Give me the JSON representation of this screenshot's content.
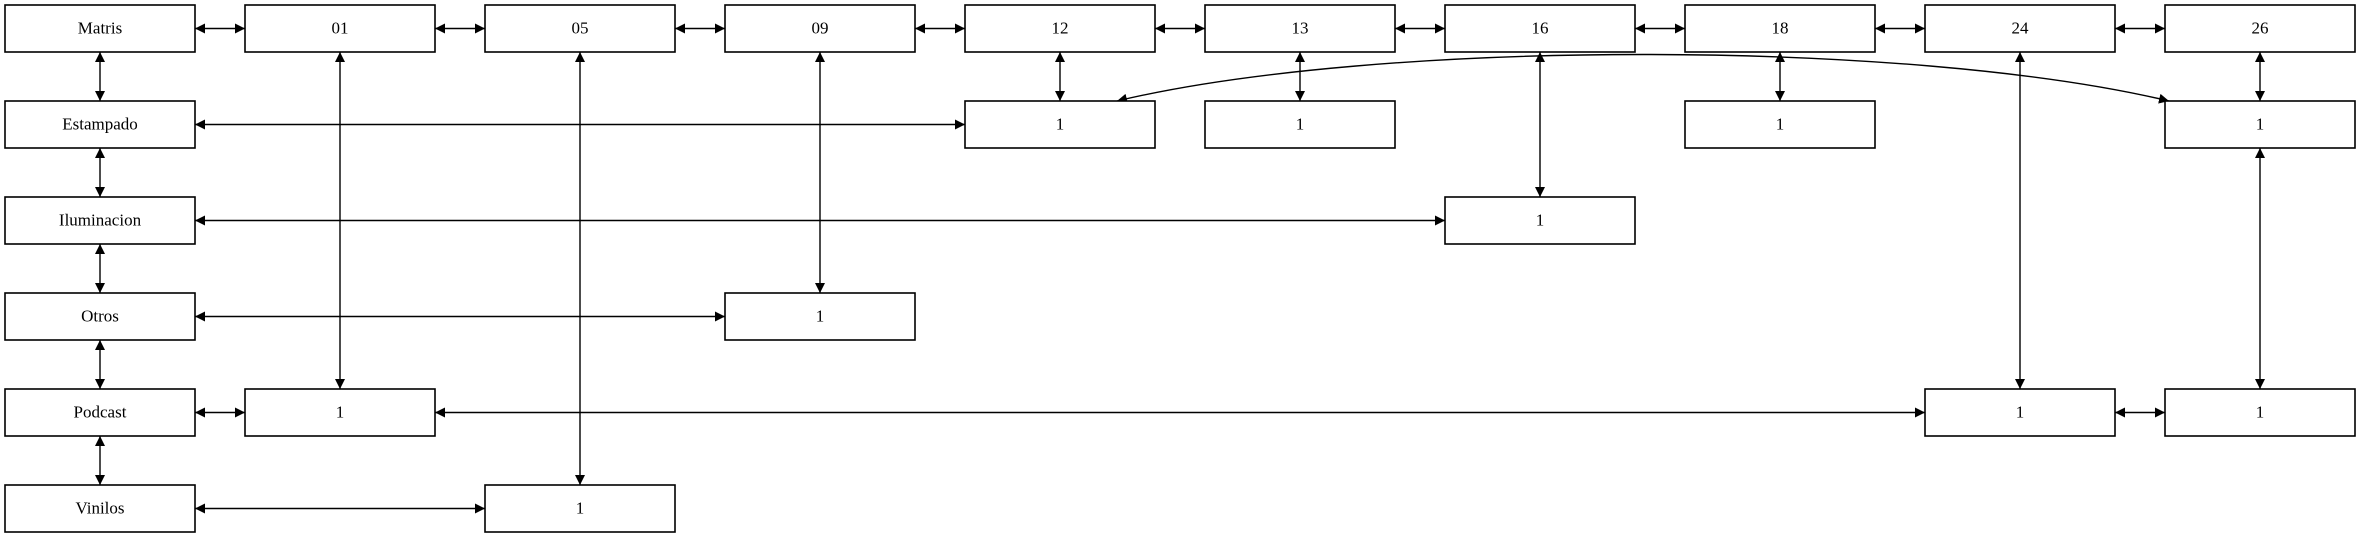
{
  "diagram": {
    "nodes": [
      {
        "id": "matris",
        "label": "Matris",
        "col": 0,
        "row": 0
      },
      {
        "id": "c01",
        "label": "01",
        "col": 1,
        "row": 0
      },
      {
        "id": "c05",
        "label": "05",
        "col": 2,
        "row": 0
      },
      {
        "id": "c09",
        "label": "09",
        "col": 3,
        "row": 0
      },
      {
        "id": "c12",
        "label": "12",
        "col": 4,
        "row": 0
      },
      {
        "id": "c13",
        "label": "13",
        "col": 5,
        "row": 0
      },
      {
        "id": "c16",
        "label": "16",
        "col": 6,
        "row": 0
      },
      {
        "id": "c18",
        "label": "18",
        "col": 7,
        "row": 0
      },
      {
        "id": "c24",
        "label": "24",
        "col": 8,
        "row": 0
      },
      {
        "id": "c26",
        "label": "26",
        "col": 9,
        "row": 0
      },
      {
        "id": "estampado",
        "label": "Estampado",
        "col": 0,
        "row": 1
      },
      {
        "id": "iluminacion",
        "label": "Iluminacion",
        "col": 0,
        "row": 2
      },
      {
        "id": "otros",
        "label": "Otros",
        "col": 0,
        "row": 3
      },
      {
        "id": "podcast",
        "label": "Podcast",
        "col": 0,
        "row": 4
      },
      {
        "id": "vinilos",
        "label": "Vinilos",
        "col": 0,
        "row": 5
      },
      {
        "id": "est12",
        "label": "1",
        "col": 4,
        "row": 1
      },
      {
        "id": "est13",
        "label": "1",
        "col": 5,
        "row": 1
      },
      {
        "id": "est18",
        "label": "1",
        "col": 7,
        "row": 1
      },
      {
        "id": "est26",
        "label": "1",
        "col": 9,
        "row": 1
      },
      {
        "id": "ilu16",
        "label": "1",
        "col": 6,
        "row": 2
      },
      {
        "id": "otr09",
        "label": "1",
        "col": 3,
        "row": 3
      },
      {
        "id": "pod01",
        "label": "1",
        "col": 1,
        "row": 4
      },
      {
        "id": "pod24",
        "label": "1",
        "col": 8,
        "row": 4
      },
      {
        "id": "pod26",
        "label": "1",
        "col": 9,
        "row": 4
      },
      {
        "id": "vin05",
        "label": "1",
        "col": 2,
        "row": 5
      }
    ],
    "edges": [
      {
        "from": "matris",
        "to": "c01",
        "dir": "h"
      },
      {
        "from": "c01",
        "to": "c05",
        "dir": "h"
      },
      {
        "from": "c05",
        "to": "c09",
        "dir": "h"
      },
      {
        "from": "c09",
        "to": "c12",
        "dir": "h"
      },
      {
        "from": "c12",
        "to": "c13",
        "dir": "h"
      },
      {
        "from": "c13",
        "to": "c16",
        "dir": "h"
      },
      {
        "from": "c16",
        "to": "c18",
        "dir": "h"
      },
      {
        "from": "c18",
        "to": "c24",
        "dir": "h"
      },
      {
        "from": "c24",
        "to": "c26",
        "dir": "h"
      },
      {
        "from": "matris",
        "to": "estampado",
        "dir": "v"
      },
      {
        "from": "estampado",
        "to": "iluminacion",
        "dir": "v"
      },
      {
        "from": "iluminacion",
        "to": "otros",
        "dir": "v"
      },
      {
        "from": "otros",
        "to": "podcast",
        "dir": "v"
      },
      {
        "from": "podcast",
        "to": "vinilos",
        "dir": "v"
      },
      {
        "from": "estampado",
        "to": "est12",
        "dir": "h"
      },
      {
        "from": "est12",
        "to": "est26",
        "dir": "curve"
      },
      {
        "from": "iluminacion",
        "to": "ilu16",
        "dir": "h"
      },
      {
        "from": "otros",
        "to": "otr09",
        "dir": "h"
      },
      {
        "from": "podcast",
        "to": "pod01",
        "dir": "h"
      },
      {
        "from": "pod01",
        "to": "pod24",
        "dir": "h"
      },
      {
        "from": "pod24",
        "to": "pod26",
        "dir": "h"
      },
      {
        "from": "vinilos",
        "to": "vin05",
        "dir": "h"
      },
      {
        "from": "c01",
        "to": "pod01",
        "dir": "v"
      },
      {
        "from": "c05",
        "to": "vin05",
        "dir": "v"
      },
      {
        "from": "c09",
        "to": "otr09",
        "dir": "v"
      },
      {
        "from": "c12",
        "to": "est12",
        "dir": "v"
      },
      {
        "from": "c13",
        "to": "est13",
        "dir": "v"
      },
      {
        "from": "c16",
        "to": "ilu16",
        "dir": "v"
      },
      {
        "from": "c18",
        "to": "est18",
        "dir": "v"
      },
      {
        "from": "c24",
        "to": "pod24",
        "dir": "v"
      },
      {
        "from": "c26",
        "to": "est26",
        "dir": "v"
      },
      {
        "from": "est26",
        "to": "pod26",
        "dir": "v"
      }
    ]
  }
}
